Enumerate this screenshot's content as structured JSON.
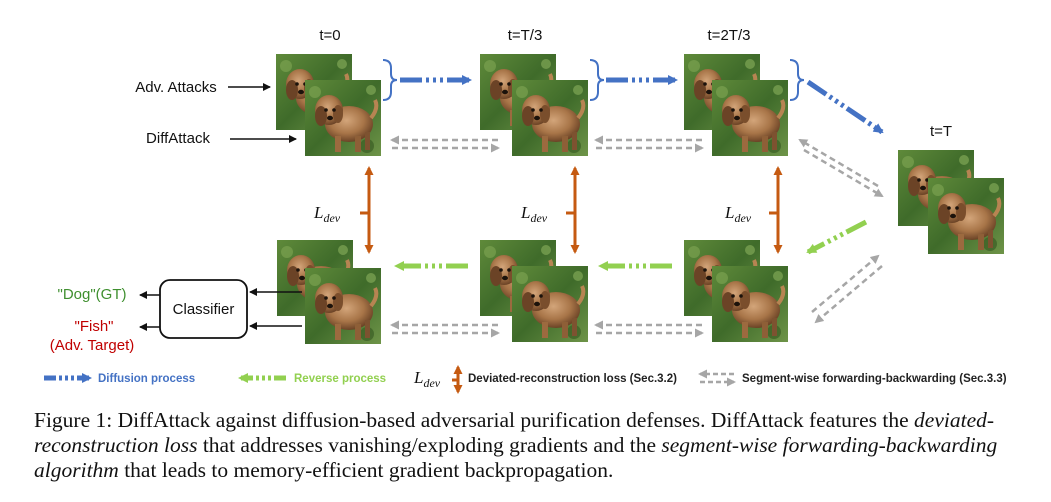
{
  "time_labels": {
    "t0": "t=0",
    "t1": "t=T/3",
    "t2": "t=2T/3",
    "t3": "t=T"
  },
  "inputs": {
    "adv_attacks": "Adv. Attacks",
    "diffattack": "DiffAttack"
  },
  "classifier": {
    "label": "Classifier",
    "output_gt": "\"Dog\"(GT)",
    "output_adv_line1": "\"Fish\"",
    "output_adv_line2": "(Adv. Target)"
  },
  "loss_symbol": {
    "main": "L",
    "sub": "dev"
  },
  "legend": {
    "diffusion": "Diffusion process",
    "reverse": "Reverse process",
    "loss": "Deviated-reconstruction loss (Sec.3.2)",
    "segment": "Segment-wise forwarding-backwarding (Sec.3.3)"
  },
  "caption": {
    "prefix": "Figure 1: DiffAttack against diffusion-based adversarial purification defenses. DiffAttack features the ",
    "em1": "deviated-reconstruction loss",
    "mid": " that addresses vanishing/exploding gradients and the ",
    "em2": "segment-wise forwarding-backwarding algorithm",
    "suffix": " that leads to memory-efficient gradient backpropagation."
  },
  "colors": {
    "diffusion": "#4472c4",
    "reverse": "#92d050",
    "loss": "#c55a11",
    "segment": "#a6a6a6",
    "gt_text": "#3f8f2f",
    "adv_text": "#c00000"
  },
  "image_icon": "dog-photo"
}
